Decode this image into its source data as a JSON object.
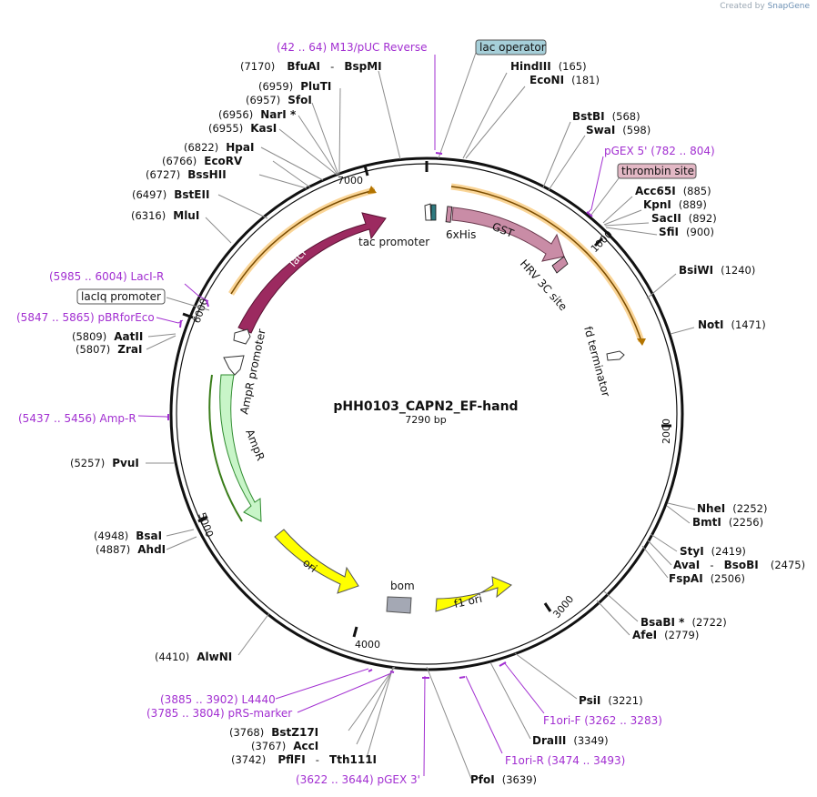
{
  "credit": {
    "prefix": "Created by",
    "brand": "SnapGene"
  },
  "title": "pHH0103_CAPN2_EF-hand",
  "length": "7290 bp",
  "ticks": [
    "1000",
    "2000",
    "3000",
    "4000",
    "5000",
    "6000",
    "7000"
  ],
  "enzymes": {
    "bfuai_bspmi": {
      "pos": "(7170)",
      "name": "BfuAI",
      "sep": "-",
      "name2": "BspMI"
    },
    "pluti": {
      "pos": "(6959)",
      "name": "PluTI"
    },
    "sfoi": {
      "pos": "(6957)",
      "name": "SfoI"
    },
    "nari": {
      "pos": "(6956)",
      "name": "NarI *"
    },
    "kasi": {
      "pos": "(6955)",
      "name": "KasI"
    },
    "hpai": {
      "pos": "(6822)",
      "name": "HpaI"
    },
    "ecorv": {
      "pos": "(6766)",
      "name": "EcoRV"
    },
    "bsshii": {
      "pos": "(6727)",
      "name": "BssHII"
    },
    "bsteii": {
      "pos": "(6497)",
      "name": "BstEII"
    },
    "mlui": {
      "pos": "(6316)",
      "name": "MluI"
    },
    "aatii": {
      "pos": "(5809)",
      "name": "AatII"
    },
    "zrai": {
      "pos": "(5807)",
      "name": "ZraI"
    },
    "pvui": {
      "pos": "(5257)",
      "name": "PvuI"
    },
    "bsai": {
      "pos": "(4948)",
      "name": "BsaI"
    },
    "ahdi": {
      "pos": "(4887)",
      "name": "AhdI"
    },
    "alwni": {
      "pos": "(4410)",
      "name": "AlwNI"
    },
    "bstz17i": {
      "pos": "(3768)",
      "name": "BstZ17I"
    },
    "acci": {
      "pos": "(3767)",
      "name": "AccI"
    },
    "pflfi": {
      "pos": "(3742)",
      "name": "PflFI",
      "sep": "-",
      "name2": "Tth111I"
    },
    "pfoi": {
      "name": "PfoI",
      "pos": "(3639)"
    },
    "draiii": {
      "name": "DraIII",
      "pos": "(3349)"
    },
    "psii": {
      "name": "PsiI",
      "pos": "(3221)"
    },
    "afei": {
      "name": "AfeI",
      "pos": "(2779)"
    },
    "bsabi": {
      "name": "BsaBI *",
      "pos": "(2722)"
    },
    "fspai": {
      "name": "FspAI",
      "pos": "(2506)"
    },
    "avai_bsobi": {
      "name": "AvaI",
      "sep": "-",
      "name2": "BsoBI",
      "pos": "(2475)"
    },
    "styi": {
      "name": "StyI",
      "pos": "(2419)"
    },
    "bmti": {
      "name": "BmtI",
      "pos": "(2256)"
    },
    "nhei": {
      "name": "NheI",
      "pos": "(2252)"
    },
    "noti": {
      "name": "NotI",
      "pos": "(1471)"
    },
    "bsiwi": {
      "name": "BsiWI",
      "pos": "(1240)"
    },
    "sfii": {
      "name": "SfiI",
      "pos": "(900)"
    },
    "sacii": {
      "name": "SacII",
      "pos": "(892)"
    },
    "kpni": {
      "name": "KpnI",
      "pos": "(889)"
    },
    "acc65i": {
      "name": "Acc65I",
      "pos": "(885)"
    },
    "swai": {
      "name": "SwaI",
      "pos": "(598)"
    },
    "bstbi": {
      "name": "BstBI",
      "pos": "(568)"
    },
    "econi": {
      "name": "EcoNI",
      "pos": "(181)"
    },
    "hindiii": {
      "name": "HindIII",
      "pos": "(165)"
    }
  },
  "primers": {
    "m13": "(42 .. 64)  M13/pUC Reverse",
    "pgex5": "pGEX 5'   (782 .. 804)",
    "laci_r": "(5985 .. 6004)  LacI-R",
    "pbrforeco": "(5847 .. 5865)  pBRforEco",
    "amp_r": "(5437 .. 5456)  Amp-R",
    "l4440": "(3885 .. 3902)  L4440",
    "prs_marker": "(3785 .. 3804)  pRS-marker",
    "pgex3": "(3622 .. 3644)  pGEX 3'",
    "f1ori_r": "F1ori-R   (3474 .. 3493)",
    "f1ori_f": "F1ori-F   (3262 .. 3283)"
  },
  "boxed": {
    "lac_operator": "lac operator",
    "thrombin_site": "thrombin site",
    "laciq_promoter": "lacIq promoter"
  },
  "features": {
    "laci": "lacI",
    "tac_promoter": "tac promoter",
    "his": "6xHis",
    "gst": "GST",
    "hrv": "HRV 3C site",
    "fd_terminator": "fd terminator",
    "ampr_promoter": "AmpR promoter",
    "ampr": "AmpR",
    "ori": "ori",
    "bom": "bom",
    "f1ori": "f1 ori"
  },
  "colors": {
    "primer": "#a22fd1",
    "laci": "#9c2a60",
    "gst": "#c98ca6",
    "ampr": "#c8f5c8",
    "ori": "#ffff00",
    "bom": "#a4a8b4",
    "orange_glow": "#f5b342",
    "lac_operator_fill": "#a6cfd9",
    "thrombin_fill": "#e3b8c5"
  }
}
